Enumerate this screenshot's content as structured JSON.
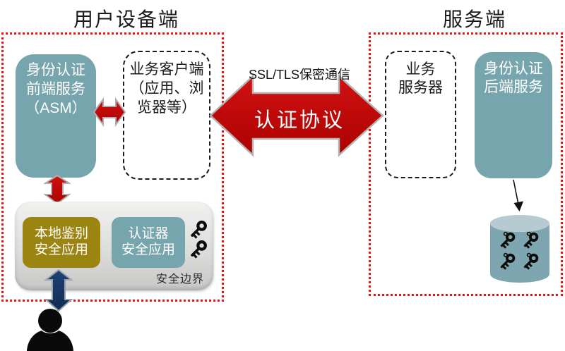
{
  "titles": {
    "user_zone": "用户设备端",
    "server_zone": "服务端"
  },
  "user_zone": {
    "asm_box": {
      "lines": [
        "身份认证",
        "前端服务",
        "（ASM）"
      ]
    },
    "client_box": {
      "lines": [
        "业务客户端",
        "（应用、浏",
        "览器等）"
      ]
    },
    "secure_boundary": {
      "label": "安全边界",
      "local_auth_box": {
        "lines": [
          "本地鉴别",
          "安全应用"
        ]
      },
      "authenticator_box": {
        "lines": [
          "认证器",
          "安全应用"
        ]
      },
      "key_icon_count": 2
    },
    "user_icon": "person-silhouette-icon"
  },
  "connection": {
    "ssl_label": "SSL/TLS保密通信",
    "protocol_label": "认证协议"
  },
  "server_zone": {
    "business_server_box": {
      "lines": [
        "业务",
        "服务器"
      ]
    },
    "backend_box": {
      "lines": [
        "身份认证",
        "后端服务"
      ]
    },
    "key_store": {
      "icon": "database-cylinder-icon",
      "key_icon_count": 4
    }
  },
  "colors": {
    "teal": "#76a5ad",
    "olive": "#9c8412",
    "arrow_red": "#c00000",
    "zone_border_red": "#ee1111",
    "navy_blue": "#17365d"
  }
}
